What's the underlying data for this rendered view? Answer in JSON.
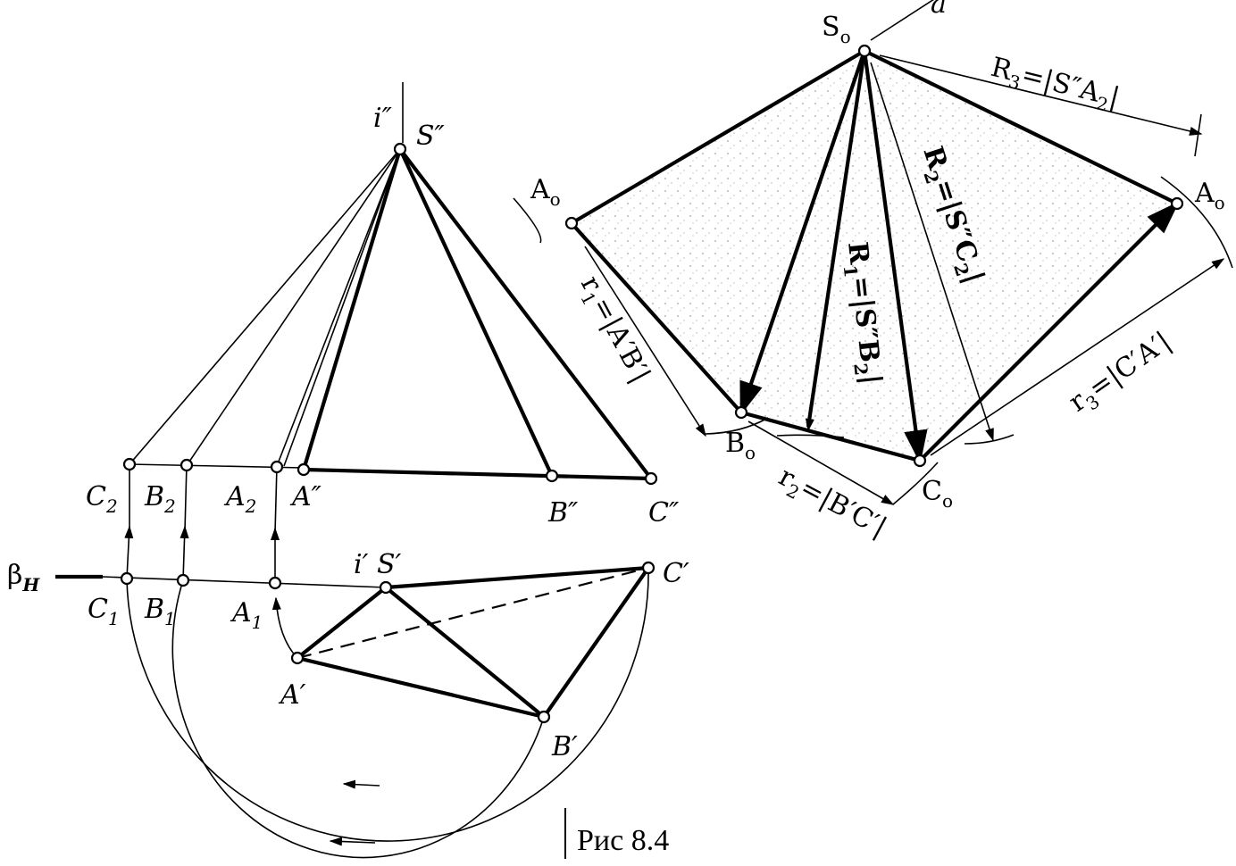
{
  "labels": {
    "i2": "i″",
    "S2": "S″",
    "A2pp": "A″",
    "B2pp": "B″",
    "C2pp": "C″",
    "C2": "C",
    "B2": "B",
    "A2": "A",
    "sub2": "2",
    "betaH": "β",
    "betaH_sub": "H",
    "C1": "C",
    "B1": "B",
    "A1": "A",
    "sub1": "1",
    "i1S1": "i′ S′",
    "C1p": "C′",
    "A1p": "A′",
    "B1p": "B′",
    "So": "S",
    "Ao": "A",
    "Bo": "B",
    "Co": "C",
    "subo": "o",
    "a": "a",
    "R3": "R",
    "R3_rest": "=|S″A",
    "R3_end": "|",
    "R2": "R",
    "R2_rest": "=|S″C",
    "R2_end": "|",
    "R1": "R",
    "R1_rest": "=|S″B",
    "R1_end": "|",
    "r1": "r",
    "r1_rest": "=|A′B′|",
    "r2": "r",
    "r2_rest": "=|B′C′|",
    "r3": "r",
    "r3_rest": "=|C′A′|",
    "caption": "Рис 8.4"
  }
}
